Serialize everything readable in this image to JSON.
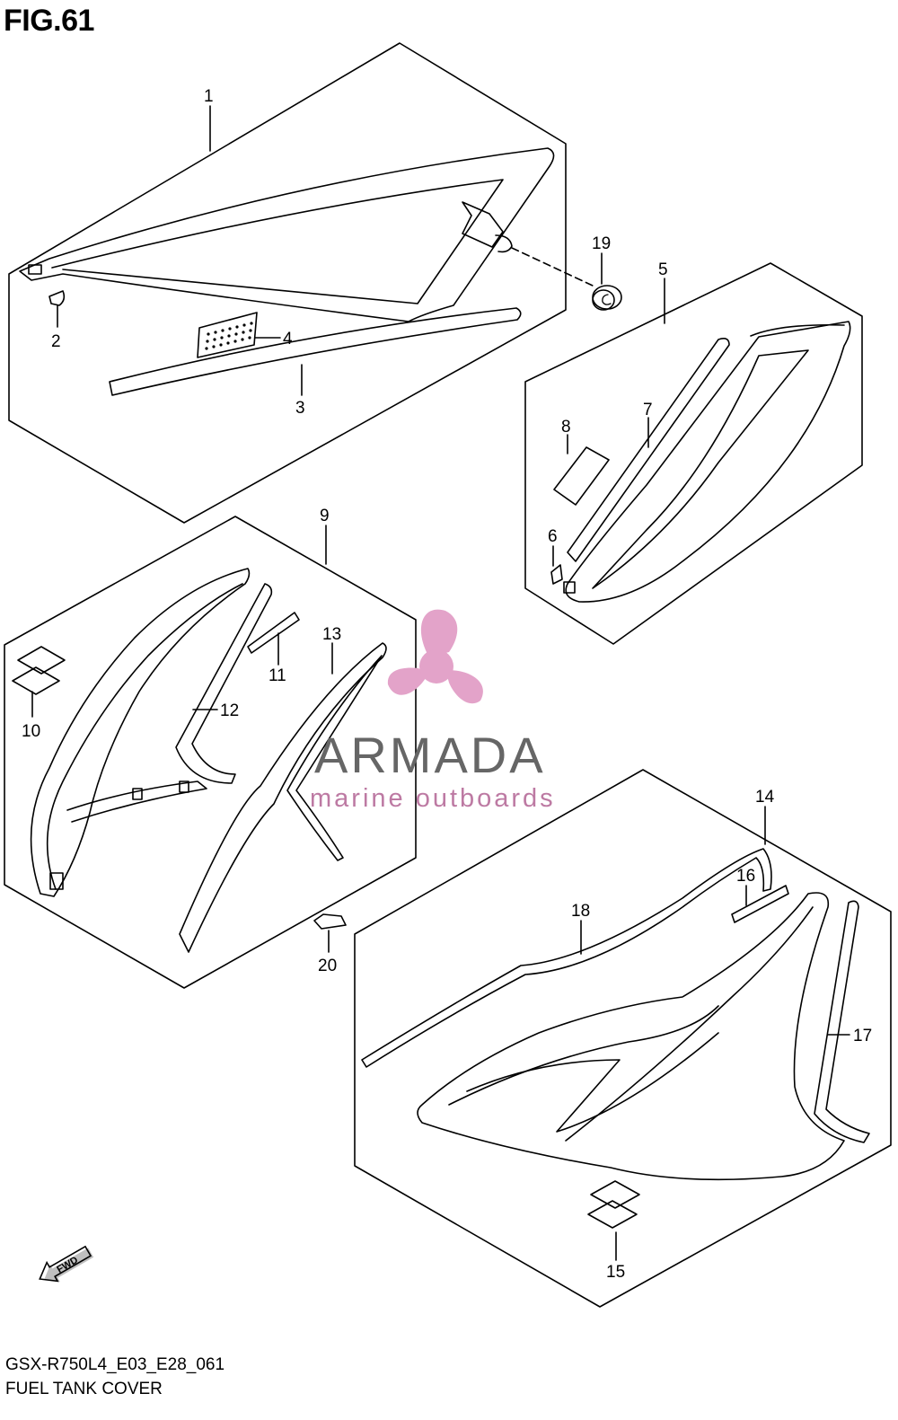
{
  "figure_title": "FIG.61",
  "callouts": [
    {
      "id": "c1",
      "label": "1"
    },
    {
      "id": "c2",
      "label": "2"
    },
    {
      "id": "c3",
      "label": "3"
    },
    {
      "id": "c4",
      "label": "4"
    },
    {
      "id": "c5",
      "label": "5"
    },
    {
      "id": "c6",
      "label": "6"
    },
    {
      "id": "c7",
      "label": "7"
    },
    {
      "id": "c8",
      "label": "8"
    },
    {
      "id": "c9",
      "label": "9"
    },
    {
      "id": "c10",
      "label": "10"
    },
    {
      "id": "c11",
      "label": "11"
    },
    {
      "id": "c12",
      "label": "12"
    },
    {
      "id": "c13",
      "label": "13"
    },
    {
      "id": "c14",
      "label": "14"
    },
    {
      "id": "c15",
      "label": "15"
    },
    {
      "id": "c16",
      "label": "16"
    },
    {
      "id": "c17",
      "label": "17"
    },
    {
      "id": "c18",
      "label": "18"
    },
    {
      "id": "c19",
      "label": "19"
    },
    {
      "id": "c20",
      "label": "20"
    }
  ],
  "watermark": {
    "name": "ARMADA",
    "tagline": "marine outboards",
    "color": "#e3a3c9"
  },
  "fwd_label": "FWD",
  "footer": {
    "code": "GSX-R750L4_E03_E28_061",
    "title": "FUEL TANK COVER"
  }
}
